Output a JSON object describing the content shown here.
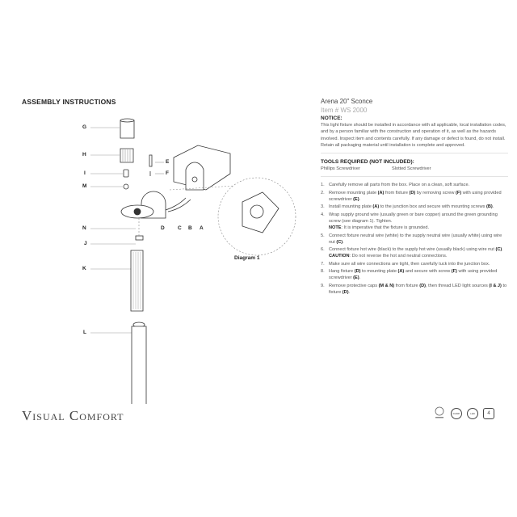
{
  "left": {
    "title": "ASSEMBLY INSTRUCTIONS",
    "parts": [
      "G",
      "H",
      "I",
      "M",
      "N",
      "J",
      "K",
      "L"
    ],
    "hardware": [
      "E",
      "F"
    ],
    "bottom_labels": [
      "D",
      "C",
      "B",
      "A"
    ],
    "diagram_caption": "Diagram 1",
    "logo": "Visual Comfort"
  },
  "right": {
    "product": "Arena 20\" Sconce",
    "item": "Item # WS 2000",
    "notice_title": "NOTICE:",
    "notice": "This light fixture should be installed in accordance with all applicable, local installation codes, and by a person familiar with the construction and operation of it, as well as the hazards involved. Inspect item and contents carefully. If any damage or defect is found, do not install. Retain all packaging material until installation is complete and approved.",
    "tools_title": "TOOLS REQUIRED (NOT INCLUDED):",
    "tools": [
      "Phillips Screwdriver",
      "Slotted Screwdriver"
    ],
    "steps": [
      {
        "n": "1.",
        "t": [
          "Carefully remove all parts from the box. Place on a clean, soft surface."
        ]
      },
      {
        "n": "2.",
        "t": [
          "Remove mounting plate ",
          {
            "b": "(A)"
          },
          " from fixture ",
          {
            "b": "(D)"
          },
          " by removing screw ",
          {
            "b": "(F)"
          },
          " with using provided screwdriver ",
          {
            "b": "(E)"
          },
          "."
        ]
      },
      {
        "n": "3.",
        "t": [
          "Install mounting plate ",
          {
            "b": "(A)"
          },
          " to the junction box and secure with mounting screws ",
          {
            "b": "(B)"
          },
          "."
        ]
      },
      {
        "n": "4.",
        "t": [
          "Wrap supply ground wire (usually green or bare copper) around the green grounding screw (see diagram 1). Tighten."
        ],
        "note_label": "NOTE",
        "note": ": It is imperative that the fixture is grounded."
      },
      {
        "n": "5.",
        "t": [
          "Connect fixture neutral wire (white) to the supply neutral wire (usually white) using wire nut ",
          {
            "b": "(C)"
          },
          "."
        ]
      },
      {
        "n": "6.",
        "t": [
          "Connect fixture hot wire (black) to the supply hot wire (usually black) using wire nut ",
          {
            "b": "(C)"
          },
          "."
        ],
        "note_label": "CAUTION",
        "note": ": Do not reverse the hot and neutral connections."
      },
      {
        "n": "7.",
        "t": [
          "Make sure all wire connections are tight, then carefully tuck into the junction box."
        ]
      },
      {
        "n": "8.",
        "t": [
          "Hang fixture ",
          {
            "b": "(D)"
          },
          " to mounting plate ",
          {
            "b": "(A)"
          },
          " and secure with screw ",
          {
            "b": "(F)"
          },
          " with using provided screwdriver ",
          {
            "b": "(E)"
          },
          "."
        ]
      },
      {
        "n": "9.",
        "t": [
          "Remove protective caps ",
          {
            "b": "(M & N)"
          },
          " from fixture ",
          {
            "b": "(D)"
          },
          ", then thread LED light sources ",
          {
            "b": "(I & J)"
          },
          " to fixture ",
          {
            "b": "(D)"
          },
          "."
        ]
      }
    ]
  },
  "badges": [
    "DAMP",
    "LED",
    "4"
  ],
  "icons": [
    "etl-listed-icon",
    "damp-rated-badge",
    "led-badge",
    "count-badge"
  ]
}
